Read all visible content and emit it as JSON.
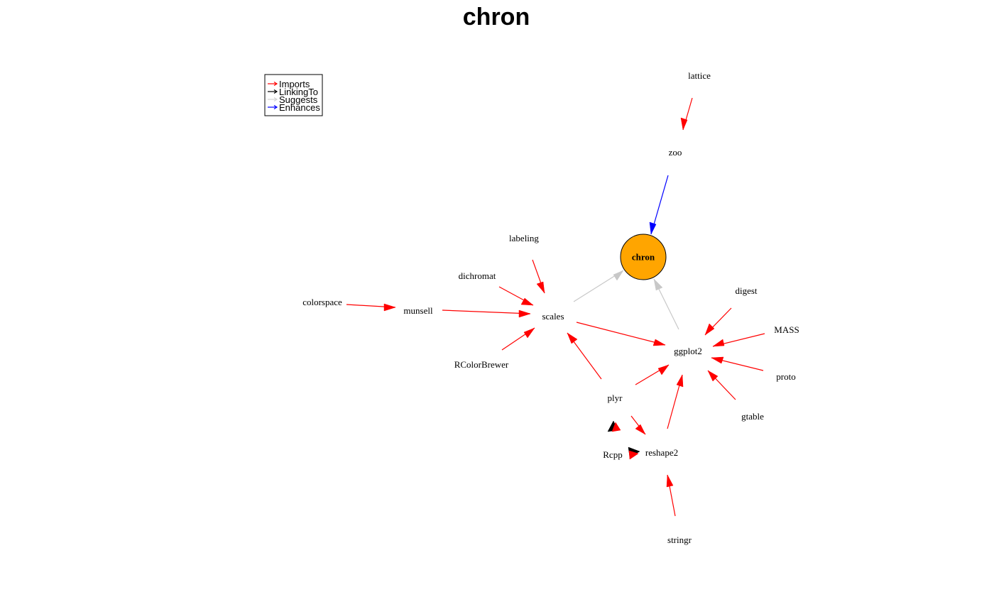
{
  "title": "chron",
  "legend": [
    {
      "label": "Imports",
      "color": "#ff0000"
    },
    {
      "label": "LinkingTo",
      "color": "#000000"
    },
    {
      "label": "Suggests",
      "color": "#d3d3d3"
    },
    {
      "label": "Enhances",
      "color": "#0000ff"
    }
  ],
  "center": {
    "label": "chron",
    "fill": "#ffa500"
  },
  "nodes": {
    "lattice": "lattice",
    "zoo": "zoo",
    "labeling": "labeling",
    "dichromat": "dichromat",
    "colorspace": "colorspace",
    "munsell": "munsell",
    "scales": "scales",
    "RColorBrewer": "RColorBrewer",
    "digest": "digest",
    "MASS": "MASS",
    "ggplot2": "ggplot2",
    "proto": "proto",
    "plyr": "plyr",
    "gtable": "gtable",
    "Rcpp": "Rcpp",
    "reshape2": "reshape2",
    "stringr": "stringr"
  },
  "edges": [
    {
      "from": "lattice",
      "to": "zoo",
      "type": "Imports"
    },
    {
      "from": "zoo",
      "to": "chron",
      "type": "Enhances"
    },
    {
      "from": "scales",
      "to": "chron",
      "type": "Suggests"
    },
    {
      "from": "ggplot2",
      "to": "chron",
      "type": "Suggests"
    },
    {
      "from": "labeling",
      "to": "scales",
      "type": "Imports"
    },
    {
      "from": "dichromat",
      "to": "scales",
      "type": "Imports"
    },
    {
      "from": "colorspace",
      "to": "munsell",
      "type": "Imports"
    },
    {
      "from": "munsell",
      "to": "scales",
      "type": "Imports"
    },
    {
      "from": "RColorBrewer",
      "to": "scales",
      "type": "Imports"
    },
    {
      "from": "scales",
      "to": "ggplot2",
      "type": "Imports"
    },
    {
      "from": "plyr",
      "to": "scales",
      "type": "Imports"
    },
    {
      "from": "plyr",
      "to": "ggplot2",
      "type": "Imports"
    },
    {
      "from": "digest",
      "to": "ggplot2",
      "type": "Imports"
    },
    {
      "from": "MASS",
      "to": "ggplot2",
      "type": "Imports"
    },
    {
      "from": "proto",
      "to": "ggplot2",
      "type": "Imports"
    },
    {
      "from": "gtable",
      "to": "ggplot2",
      "type": "Imports"
    },
    {
      "from": "reshape2",
      "to": "ggplot2",
      "type": "Imports"
    },
    {
      "from": "plyr",
      "to": "reshape2",
      "type": "Imports"
    },
    {
      "from": "stringr",
      "to": "reshape2",
      "type": "Imports"
    },
    {
      "from": "Rcpp",
      "to": "plyr",
      "type": "Imports"
    },
    {
      "from": "Rcpp",
      "to": "plyr",
      "type": "LinkingTo"
    },
    {
      "from": "Rcpp",
      "to": "reshape2",
      "type": "Imports"
    },
    {
      "from": "Rcpp",
      "to": "reshape2",
      "type": "LinkingTo"
    }
  ]
}
